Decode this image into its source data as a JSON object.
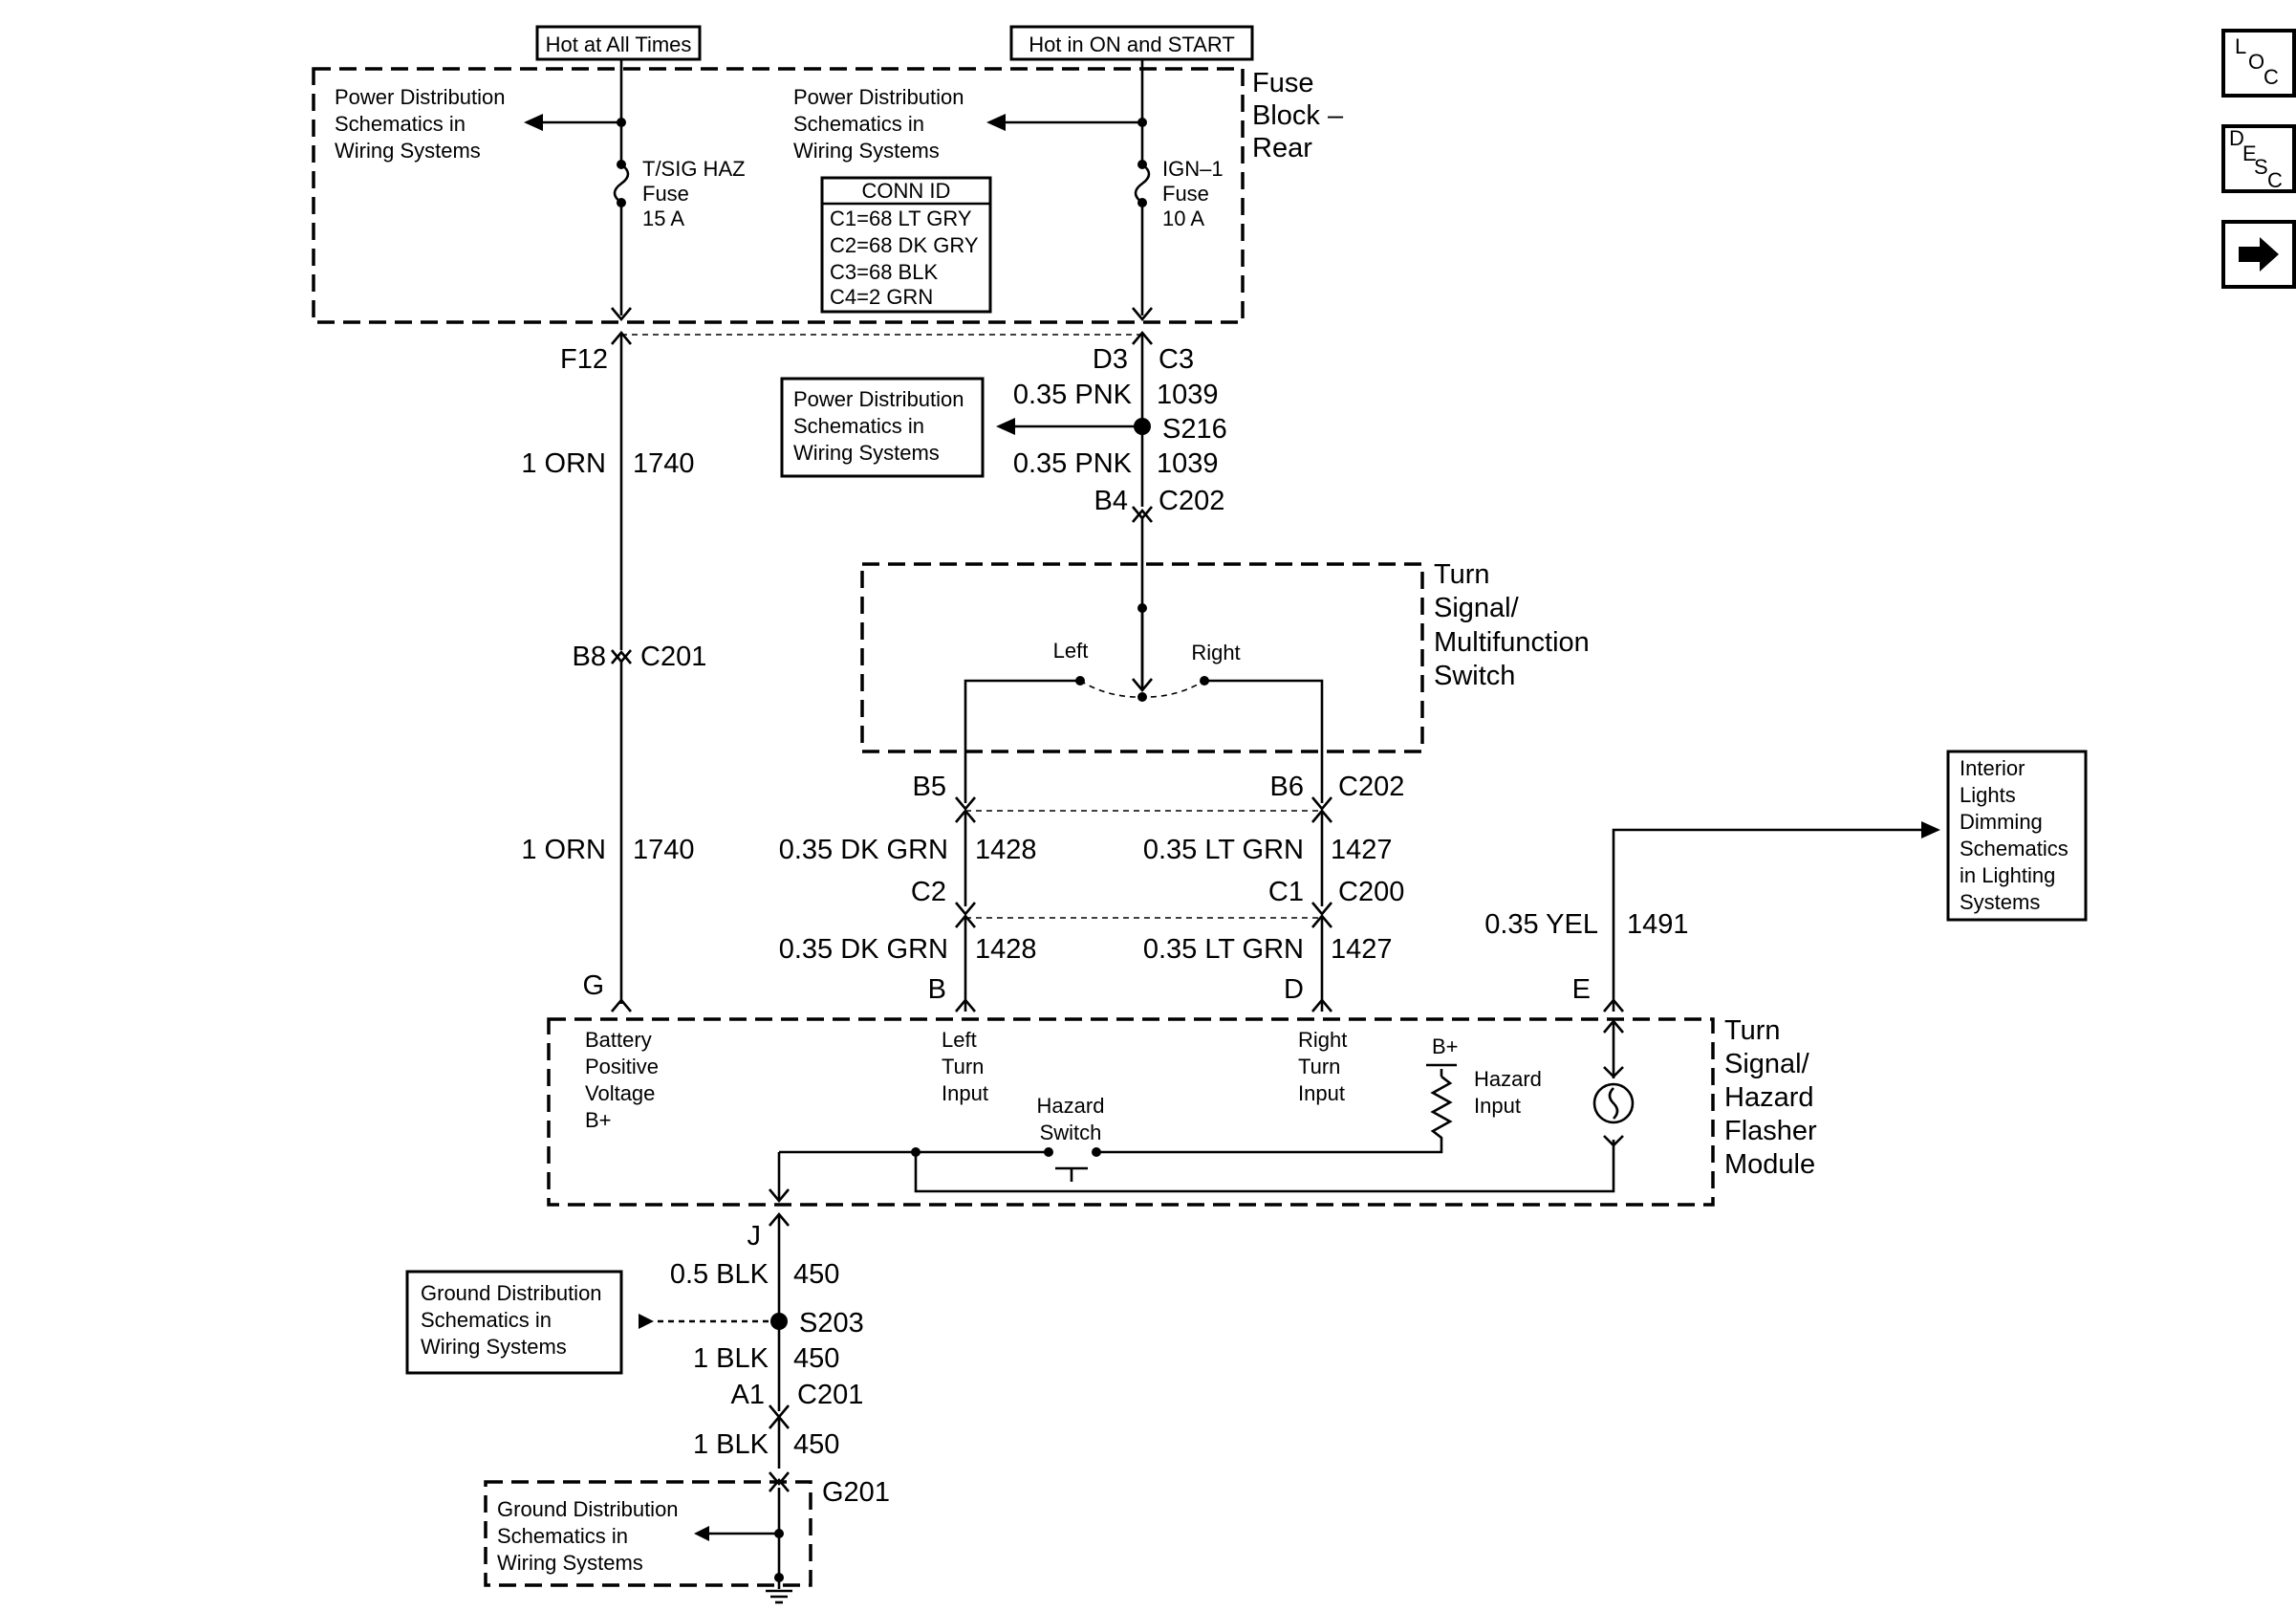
{
  "power": {
    "hot_all_times": "Hot at All Times",
    "hot_on_start": "Hot in ON and START"
  },
  "fuse_block": {
    "title_l1": "Fuse",
    "title_l2": "Block –",
    "title_l3": "Rear",
    "left_ref": [
      "Power Distribution",
      "Schematics in",
      "Wiring Systems"
    ],
    "center_ref": [
      "Power Distribution",
      "Schematics in",
      "Wiring Systems"
    ],
    "fuse_left": [
      "T/SIG HAZ",
      "Fuse",
      "15 A"
    ],
    "fuse_right": [
      "IGN–1",
      "Fuse",
      "10 A"
    ],
    "conn_id_title": "CONN ID",
    "conn_id_rows": [
      "C1=68 LT GRY",
      "C2=68 DK GRY",
      "C3=68 BLK",
      "C4=2 GRN"
    ]
  },
  "left_circuit": {
    "f12": "F12",
    "wire_upper_color": "1 ORN",
    "wire_upper_num": "1740",
    "b8": "B8",
    "c201": "C201",
    "wire_lower_color": "1 ORN",
    "wire_lower_num": "1740",
    "g": "G"
  },
  "ign_circuit": {
    "d3": "D3",
    "c3": "C3",
    "wire1_color": "0.35 PNK",
    "wire1_num": "1039",
    "splice": "S216",
    "wire2_color": "0.35 PNK",
    "wire2_num": "1039",
    "b4": "B4",
    "c202": "C202",
    "ref": [
      "Power Distribution",
      "Schematics in",
      "Wiring Systems"
    ]
  },
  "turn_switch": {
    "title": [
      "Turn",
      "Signal/",
      "Multifunction",
      "Switch"
    ],
    "left": "Left",
    "right": "Right"
  },
  "left_turn_circuit": {
    "b5": "B5",
    "wire1_color": "0.35 DK GRN",
    "wire1_num": "1428",
    "c2": "C2",
    "wire2_color": "0.35 DK GRN",
    "wire2_num": "1428",
    "b": "B"
  },
  "right_turn_circuit": {
    "b6": "B6",
    "c202": "C202",
    "wire1_color": "0.35 LT GRN",
    "wire1_num": "1427",
    "c1": "C1",
    "c200": "C200",
    "wire2_color": "0.35 LT GRN",
    "wire2_num": "1427",
    "d": "D"
  },
  "yel_circuit": {
    "wire_color": "0.35 YEL",
    "wire_num": "1491",
    "e": "E",
    "ref": [
      "Interior",
      "Lights",
      "Dimming",
      "Schematics",
      "in Lighting",
      "Systems"
    ]
  },
  "flasher": {
    "title": [
      "Turn",
      "Signal/",
      "Hazard",
      "Flasher",
      "Module"
    ],
    "battery": [
      "Battery",
      "Positive",
      "Voltage",
      "B+"
    ],
    "left_input": [
      "Left",
      "Turn",
      "Input"
    ],
    "right_input": [
      "Right",
      "Turn",
      "Input"
    ],
    "bplus": "B+",
    "hazard_input": [
      "Hazard",
      "Input"
    ],
    "hazard_switch": [
      "Hazard",
      "Switch"
    ]
  },
  "ground_circuit": {
    "j": "J",
    "wire1_color": "0.5 BLK",
    "wire1_num": "450",
    "splice": "S203",
    "wire2_color": "1 BLK",
    "wire2_num": "450",
    "a1": "A1",
    "c201": "C201",
    "wire3_color": "1 BLK",
    "wire3_num": "450",
    "g201": "G201",
    "ref1": [
      "Ground Distribution",
      "Schematics in",
      "Wiring Systems"
    ],
    "ref2": [
      "Ground Distribution",
      "Schematics in",
      "Wiring Systems"
    ]
  },
  "nav": {
    "loc": [
      "L",
      "O",
      "C"
    ],
    "desc": [
      "D",
      "E",
      "S",
      "C"
    ],
    "next_icon": "arrow-right-icon"
  }
}
